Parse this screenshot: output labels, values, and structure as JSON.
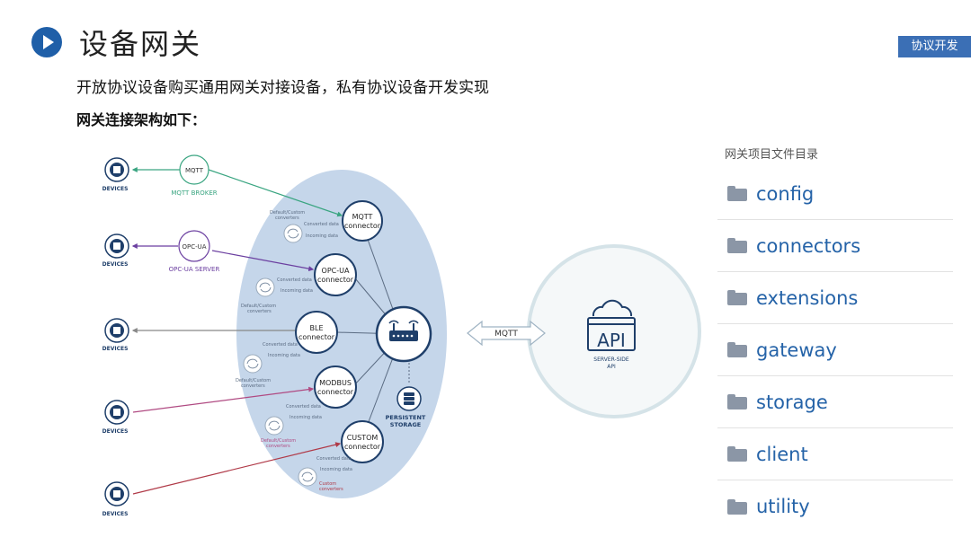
{
  "header": {
    "title": "设备网关",
    "tag": "协议开发"
  },
  "intro": {
    "line1": "开放协议设备购买通用网关对接设备，私有协议设备开发实现",
    "line2": "网关连接架构如下："
  },
  "diagram": {
    "devices_label": "DEVICES",
    "mqtt_broker": {
      "node": "MQTT",
      "caption": "MQTT BROKER"
    },
    "opcua_server": {
      "node": "OPC-UA",
      "caption": "OPC-UA SERVER"
    },
    "connectors": [
      {
        "line1": "MQTT",
        "line2": "connector"
      },
      {
        "line1": "OPC-UA",
        "line2": "connector"
      },
      {
        "line1": "BLE",
        "line2": "connector"
      },
      {
        "line1": "MODBUS",
        "line2": "connector"
      },
      {
        "line1": "CUSTOM",
        "line2": "connector"
      }
    ],
    "converter_labels": {
      "default_custom_1": "Default/Custom",
      "default_custom_2": "converters",
      "custom_1": "Custom",
      "custom_2": "converters",
      "converted": "Converted data",
      "incoming": "Incoming data"
    },
    "storage": {
      "line1": "PERSISTENT",
      "line2": "STORAGE"
    },
    "link_label": "MQTT",
    "api": {
      "text": "API",
      "caption1": "SERVER-SIDE",
      "caption2": "API"
    }
  },
  "directory": {
    "title": "网关项目文件目录",
    "folders": [
      "config",
      "connectors",
      "extensions",
      "gateway",
      "storage",
      "client",
      "utility"
    ]
  },
  "colors": {
    "accent": "#1f5fa8",
    "tag_bg": "#3b6fb5",
    "ellipse": "#c5d6ea",
    "folder_text": "#2563a8",
    "folder_icon": "#8b96a6",
    "mqtt_line": "#3aa581",
    "opcua_line": "#6b3fa0",
    "modbus_line": "#b04a82",
    "custom_line": "#b03a48"
  }
}
